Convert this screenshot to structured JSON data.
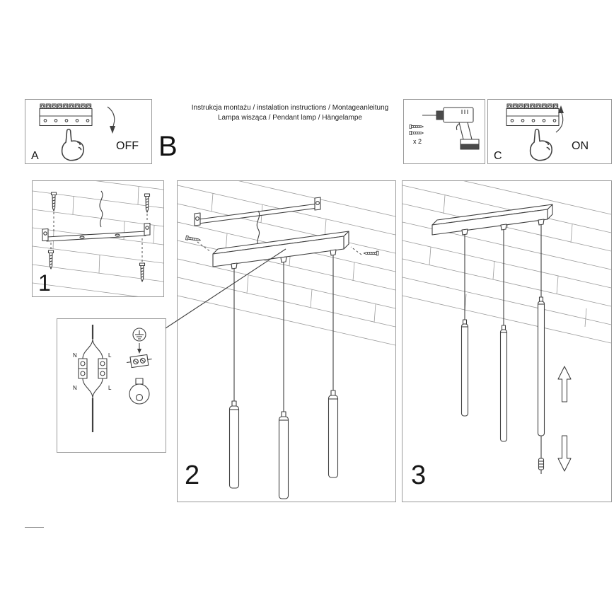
{
  "header": {
    "line1": "Instrukcja montażu / instalation instructions / Montageanleitung",
    "line2": "Lampa wisząca / Pendant lamp / Hängelampe"
  },
  "sections": {
    "a": {
      "label": "A",
      "state": "OFF"
    },
    "b": {
      "label": "B"
    },
    "c": {
      "label": "C",
      "state": "ON"
    }
  },
  "hardware": {
    "screws_count": "x 2"
  },
  "steps": [
    {
      "number": "1"
    },
    {
      "number": "2"
    },
    {
      "number": "3"
    }
  ],
  "wiring": {
    "neutral_top": "N",
    "live_top": "L",
    "neutral_bottom": "N",
    "live_bottom": "L"
  },
  "icons": {
    "terminal_block": "terminal-block-icon",
    "pointing_hand": "pointing-hand-icon",
    "off_arrow": "curved-arrow-down-icon",
    "on_arrow": "curved-arrow-up-icon",
    "drill": "power-drill-icon",
    "screw": "screw-icon",
    "bracket": "mounting-bracket-icon",
    "ceiling": "ceiling-planks",
    "canopy": "pendant-canopy",
    "tube": "pendant-tube",
    "ground": "earth-ground-icon",
    "connector": "terminal-connector-icon",
    "strain_relief": "strain-relief-icon",
    "height_arrows": "height-adjust-arrows-icon",
    "cable": "power-cable"
  },
  "colors": {
    "line": "#3f3f3f",
    "panel_border": "#9a9a9a",
    "plank": "#9b9b9b",
    "background": "#ffffff",
    "text": "#161616"
  }
}
